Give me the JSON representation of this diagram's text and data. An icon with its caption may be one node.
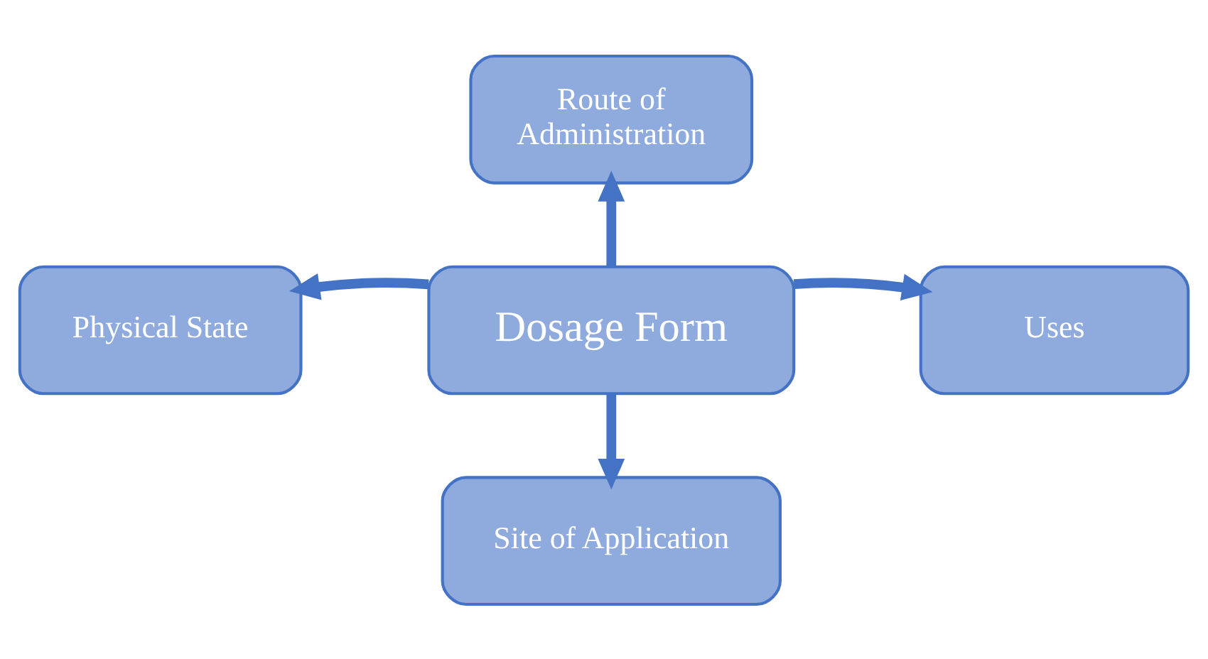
{
  "diagram": {
    "nodes": [
      {
        "text": [
          "Dosage Form"
        ]
      },
      {
        "text": [
          "Route of Administration"
        ]
      },
      {
        "text": [
          "Physical State"
        ]
      },
      {
        "text": [
          "Uses"
        ]
      },
      {
        "text": [
          "Site of Application"
        ]
      }
    ],
    "edges": [
      {
        "from": 0,
        "to": 1,
        "arrow": "to"
      },
      {
        "from": 0,
        "to": 2,
        "arrow": "to"
      },
      {
        "from": 0,
        "to": 3,
        "arrow": "to"
      },
      {
        "from": 0,
        "to": 4,
        "arrow": "to"
      }
    ]
  }
}
